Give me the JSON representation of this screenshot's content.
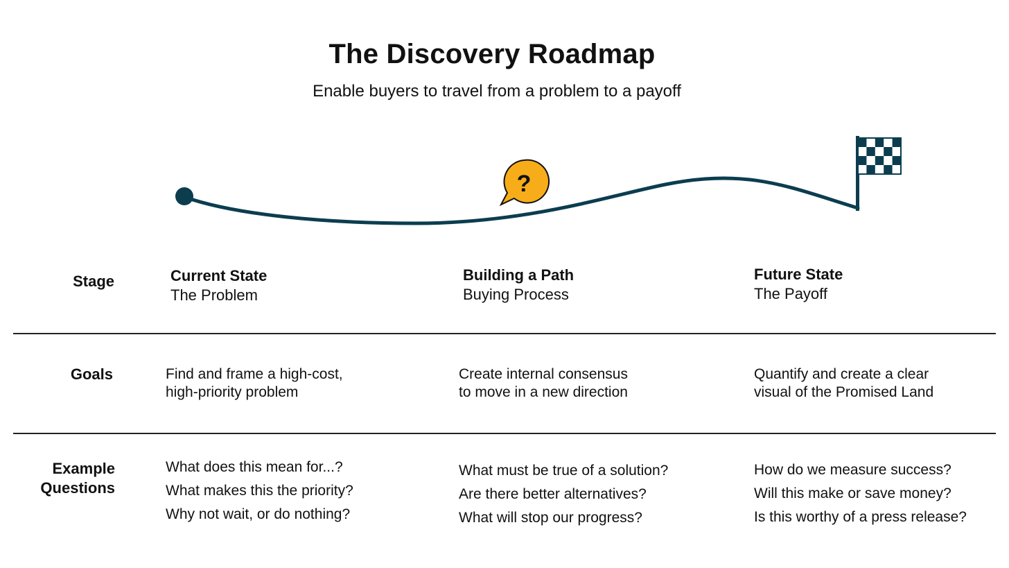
{
  "title": "The Discovery Roadmap",
  "subtitle": "Enable buyers to travel from a problem to a payoff",
  "colors": {
    "road": "#0b3d4f",
    "bubble": "#f7ad1a",
    "flag": "#0b3d4f",
    "text": "#111111"
  },
  "icons": {
    "start": "start-dot-icon",
    "middle": "question-bubble-icon",
    "end": "checkered-flag-icon"
  },
  "bubble_glyph": "?",
  "rows": {
    "stage": "Stage",
    "goals": "Goals",
    "questions_line1": "Example",
    "questions_line2": "Questions"
  },
  "stages": [
    {
      "title": "Current State",
      "subtitle": "The Problem",
      "goal": [
        "Find and frame a high-cost,",
        "high-priority problem"
      ],
      "questions": [
        "What does this mean for...?",
        "What makes this the priority?",
        "Why not wait, or do nothing?"
      ]
    },
    {
      "title": "Building a Path",
      "subtitle": "Buying Process",
      "goal": [
        "Create internal consensus",
        "to move in a new direction"
      ],
      "questions": [
        "What must be true of a solution?",
        "Are there better alternatives?",
        "What will stop our progress?"
      ]
    },
    {
      "title": "Future State",
      "subtitle": "The Payoff",
      "goal": [
        "Quantify and create a clear",
        "visual of the Promised Land"
      ],
      "questions": [
        "How do we measure success?",
        "Will this make or save money?",
        "Is this worthy of a press release?"
      ]
    }
  ]
}
